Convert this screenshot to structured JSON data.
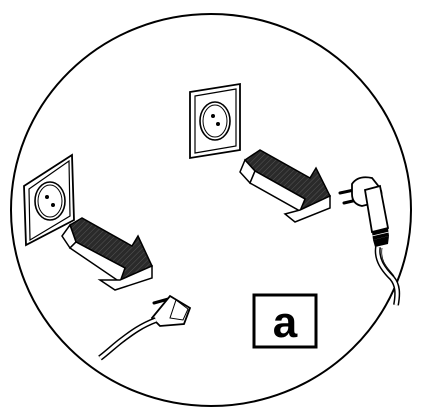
{
  "figure": {
    "label": "a",
    "colors": {
      "ink": "#000000",
      "paper": "#ffffff",
      "arrow_dark": "#2f2f2f",
      "arrow_light": "#ffffff"
    },
    "items": [
      {
        "name": "wall-socket-left",
        "icon": "wall-socket-icon"
      },
      {
        "name": "wall-socket-right",
        "icon": "wall-socket-icon"
      },
      {
        "name": "unplug-arrow-left",
        "icon": "arrow-icon"
      },
      {
        "name": "unplug-arrow-right",
        "icon": "arrow-icon"
      },
      {
        "name": "flat-plug",
        "icon": "flat-plug-icon"
      },
      {
        "name": "angled-schuko-plug",
        "icon": "schuko-plug-icon"
      }
    ]
  }
}
